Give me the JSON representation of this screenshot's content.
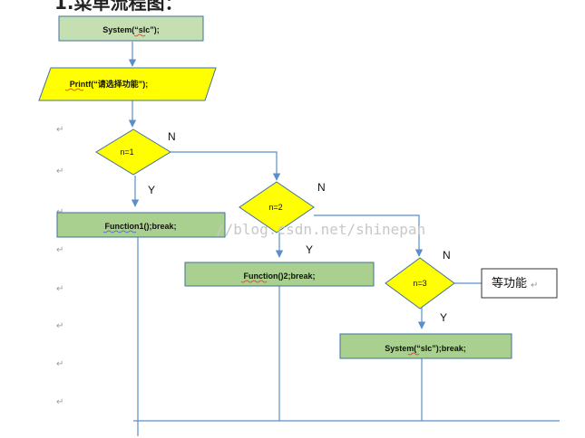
{
  "heading": "1.菜单流程图：",
  "nodes": {
    "start": "System(“slc”);",
    "input": "Printf(“请选择功能”);",
    "cond1": "n=1",
    "cond2": "n=2",
    "cond3": "n=3",
    "func1": "Function1();break;",
    "func2": "Function()2;break;",
    "func3": "System(“slc”);break;",
    "other": "等功能"
  },
  "labels": {
    "n1": "N",
    "y1": "Y",
    "n2": "N",
    "y2": "Y",
    "n3": "N",
    "y3": "Y"
  },
  "watermark": "//blog.csdn.net/shinepan",
  "colors": {
    "process_green": "#c5dfb3",
    "process_green_dark": "#a9d08e",
    "io_yellow": "#ffff00",
    "decision_yellow": "#ffff00",
    "connector_blue": "#5b8fc9",
    "border": "#41719c"
  }
}
